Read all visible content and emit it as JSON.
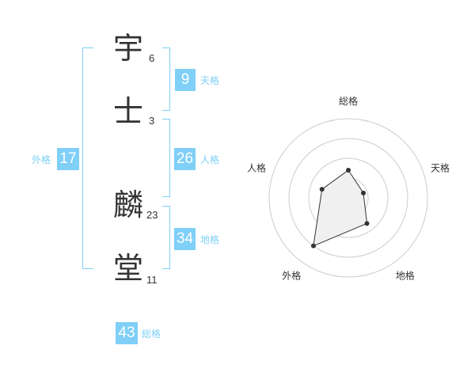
{
  "name_chars": [
    {
      "char": "宇",
      "strokes": "6"
    },
    {
      "char": "士",
      "strokes": "3"
    },
    {
      "char": "麟",
      "strokes": "23"
    },
    {
      "char": "堂",
      "strokes": "11"
    }
  ],
  "kakusu": {
    "tenkaku": {
      "value": "9",
      "label": "天格"
    },
    "jinkaku": {
      "value": "26",
      "label": "人格"
    },
    "chikaku": {
      "value": "34",
      "label": "地格"
    },
    "gaikaku": {
      "value": "17",
      "label": "外格"
    },
    "soukaku": {
      "value": "43",
      "label": "総格"
    }
  },
  "colors": {
    "accent": "#7fcff7",
    "text": "#333333",
    "grid": "#cccccc"
  },
  "chart_data": {
    "type": "radar",
    "axes": [
      "総格",
      "天格",
      "地格",
      "外格",
      "人格"
    ],
    "values": [
      0.35,
      0.2,
      0.4,
      0.75,
      0.35
    ],
    "rings": 4
  }
}
